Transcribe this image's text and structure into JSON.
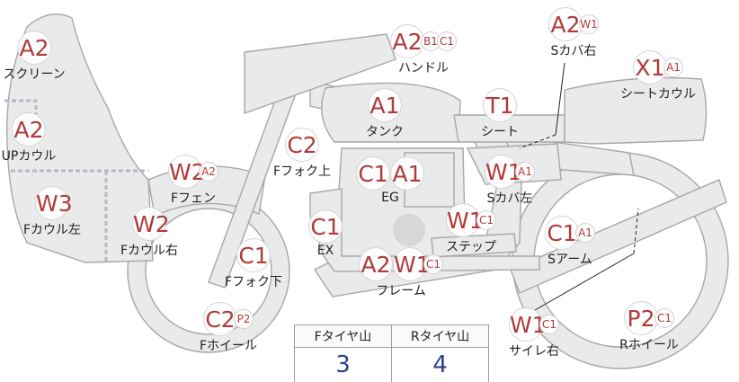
{
  "parts": [
    {
      "id": "screen",
      "name": "スクリーン",
      "codes": [
        "A2"
      ],
      "sub": []
    },
    {
      "id": "up-cowl",
      "name": "UPカウル",
      "codes": [
        "A2"
      ],
      "sub": []
    },
    {
      "id": "f-cowl-left",
      "name": "Fカウル左",
      "codes": [
        "W3"
      ],
      "sub": []
    },
    {
      "id": "f-cowl-right",
      "name": "Fカウル右",
      "codes": [
        "W2"
      ],
      "sub": []
    },
    {
      "id": "f-fender",
      "name": "Fフェン",
      "codes": [
        "W2"
      ],
      "sub": [
        "A2"
      ]
    },
    {
      "id": "f-fork-upper",
      "name": "Fフォク上",
      "codes": [
        "C2"
      ],
      "sub": []
    },
    {
      "id": "f-fork-lower",
      "name": "Fフォク下",
      "codes": [
        "C1"
      ],
      "sub": []
    },
    {
      "id": "f-wheel",
      "name": "Fホイール",
      "codes": [
        "C2"
      ],
      "sub": [
        "P2"
      ]
    },
    {
      "id": "handle",
      "name": "ハンドル",
      "codes": [
        "A2"
      ],
      "sub": [
        "B1",
        "C1"
      ]
    },
    {
      "id": "tank",
      "name": "タンク",
      "codes": [
        "A1"
      ],
      "sub": []
    },
    {
      "id": "engine",
      "name": "EG",
      "codes": [
        "C1",
        "A1"
      ],
      "sub": []
    },
    {
      "id": "exhaust",
      "name": "EX",
      "codes": [
        "C1"
      ],
      "sub": []
    },
    {
      "id": "frame",
      "name": "フレーム",
      "codes": [
        "A2",
        "W1"
      ],
      "sub": [
        "C1"
      ]
    },
    {
      "id": "step",
      "name": "ステップ",
      "codes": [
        "W1"
      ],
      "sub": [
        "C1"
      ]
    },
    {
      "id": "seat",
      "name": "シート",
      "codes": [
        "T1"
      ],
      "sub": []
    },
    {
      "id": "s-cover-left",
      "name": "Sカバ左",
      "codes": [
        "W1"
      ],
      "sub": [
        "A1"
      ]
    },
    {
      "id": "s-cover-right",
      "name": "Sカバ右",
      "codes": [
        "A2"
      ],
      "sub": [
        "W1"
      ]
    },
    {
      "id": "seat-cowl",
      "name": "シートカウル",
      "codes": [
        "X1"
      ],
      "sub": [
        "A1"
      ]
    },
    {
      "id": "s-arm",
      "name": "Sアーム",
      "codes": [
        "C1"
      ],
      "sub": [
        "A1"
      ]
    },
    {
      "id": "silencer-right",
      "name": "サイレ右",
      "codes": [
        "W1"
      ],
      "sub": [
        "C1"
      ]
    },
    {
      "id": "r-wheel",
      "name": "Rホイール",
      "codes": [
        "P2"
      ],
      "sub": [
        "C1"
      ]
    }
  ],
  "tire_table": {
    "headers": [
      "Fタイヤ山",
      "Rタイヤ山"
    ],
    "values": [
      "3",
      "4"
    ]
  },
  "colors": {
    "code": "#b13a3a",
    "value": "#2f3f8f",
    "part_fill": "#e9eaea",
    "part_stroke": "#a7a7a7"
  }
}
